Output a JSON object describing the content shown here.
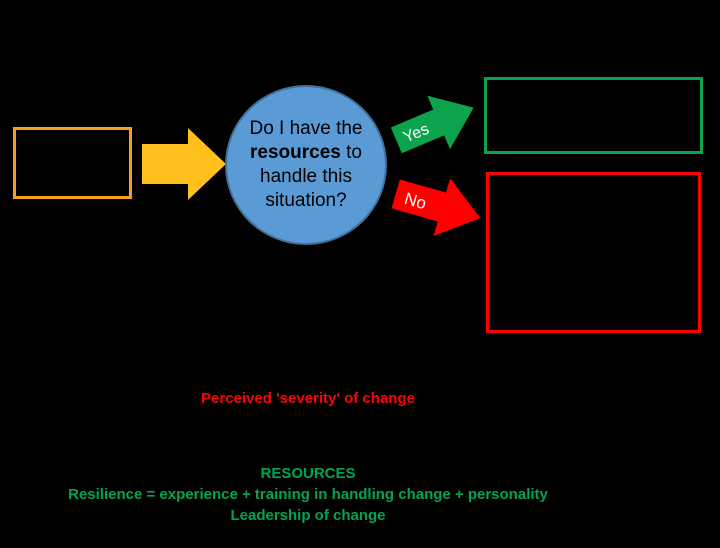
{
  "colors": {
    "bg": "#000000",
    "orange": "#F8A01D",
    "yellow": "#FFC01E",
    "blue-fill": "#5B9BD5",
    "blue-border": "#41719C",
    "green": "#0BA44C",
    "green-text": "#00A64F",
    "red": "#FF0000",
    "question-text": "#000000"
  },
  "decision": {
    "line1": "Do I have the",
    "bold_word": "resources",
    "line2_rest": " to",
    "line3": "handle this",
    "line4": "situation?"
  },
  "branches": {
    "yes_label": "Yes",
    "no_label": "No"
  },
  "captions": {
    "severity": "Perceived 'severity' of change",
    "resources_title": "RESOURCES",
    "resources_line1": "Resilience = experience + training in handling change + personality",
    "resources_line2": "Leadership of change"
  }
}
